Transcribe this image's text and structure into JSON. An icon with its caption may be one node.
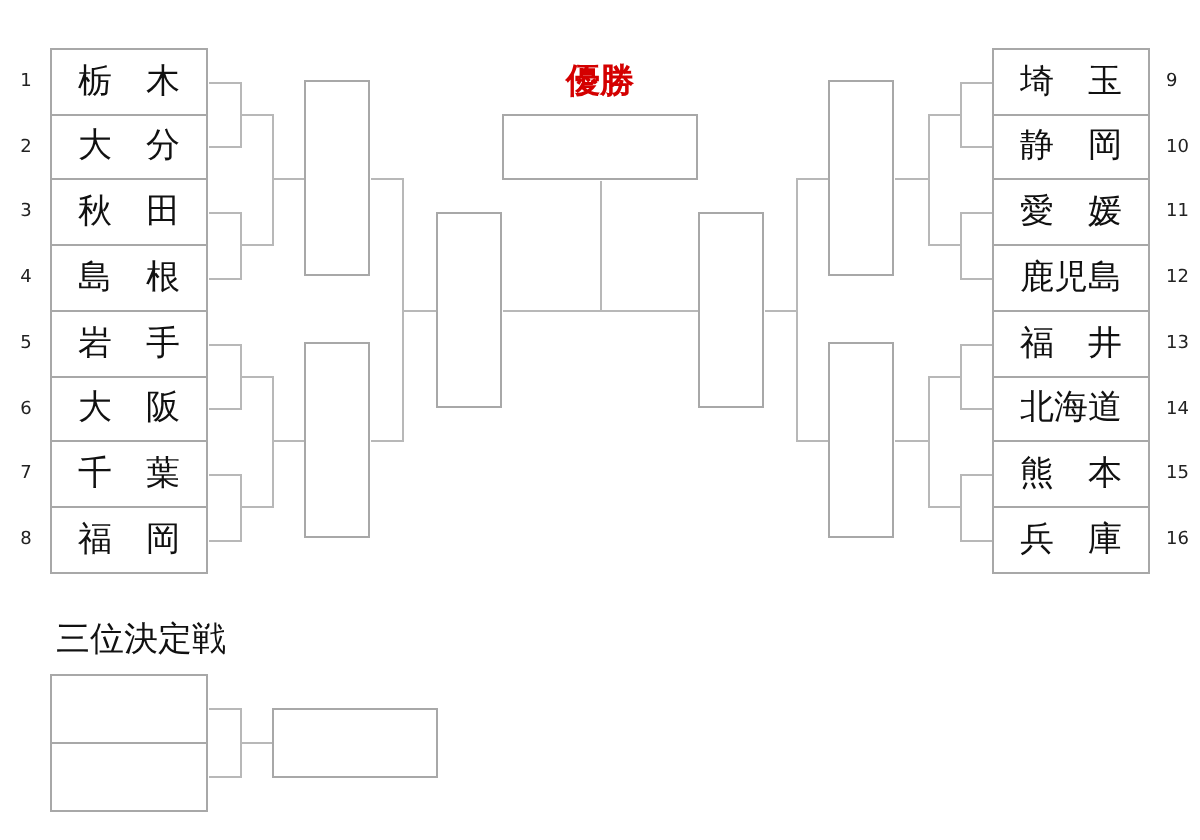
{
  "diagram": {
    "nodes": [
      {
        "text": [
          "栃　木"
        ],
        "beside": [
          "1"
        ]
      },
      {
        "text": [
          "大　分"
        ],
        "beside": [
          "2"
        ]
      },
      {
        "text": [
          "秋　田"
        ],
        "beside": [
          "3"
        ]
      },
      {
        "text": [
          "島　根"
        ],
        "beside": [
          "4"
        ]
      },
      {
        "text": [
          "岩　手"
        ],
        "beside": [
          "5"
        ]
      },
      {
        "text": [
          "大　阪"
        ],
        "beside": [
          "6"
        ]
      },
      {
        "text": [
          "千　葉"
        ],
        "beside": [
          "7"
        ]
      },
      {
        "text": [
          "福　岡"
        ],
        "beside": [
          "8"
        ]
      },
      {
        "text": [],
        "shape": "box"
      },
      {
        "text": [],
        "shape": "box"
      },
      {
        "text": [],
        "shape": "box"
      },
      {
        "text": [
          "優勝"
        ]
      },
      {
        "text": [],
        "shape": "box"
      },
      {
        "text": [],
        "shape": "box"
      },
      {
        "text": [],
        "shape": "box"
      },
      {
        "text": [
          "埼　玉"
        ],
        "beside": [
          "9"
        ]
      },
      {
        "text": [
          "静　岡"
        ],
        "beside": [
          "10"
        ]
      },
      {
        "text": [
          "愛　媛"
        ],
        "beside": [
          "11"
        ]
      },
      {
        "text": [
          "鹿児島"
        ],
        "beside": [
          "12"
        ]
      },
      {
        "text": [
          "福　井"
        ],
        "beside": [
          "13"
        ]
      },
      {
        "text": [
          "北海道"
        ],
        "beside": [
          "14"
        ]
      },
      {
        "text": [
          "熊　本"
        ],
        "beside": [
          "15"
        ]
      },
      {
        "text": [
          "兵　庫"
        ],
        "beside": [
          "16"
        ]
      },
      {
        "text": [],
        "shape": "box"
      },
      {
        "text": [],
        "shape": "box"
      },
      {
        "text": [],
        "shape": "box"
      }
    ],
    "edges": [
      {
        "from": 0,
        "to": 8,
        "arrow": "none"
      },
      {
        "from": 1,
        "to": 8,
        "arrow": "none"
      },
      {
        "from": 2,
        "to": 8,
        "arrow": "none"
      },
      {
        "from": 3,
        "to": 8,
        "arrow": "none"
      },
      {
        "from": 4,
        "to": 9,
        "arrow": "none"
      },
      {
        "from": 5,
        "to": 9,
        "arrow": "none"
      },
      {
        "from": 6,
        "to": 9,
        "arrow": "none"
      },
      {
        "from": 7,
        "to": 9,
        "arrow": "none"
      },
      {
        "from": 8,
        "to": 10,
        "arrow": "none"
      },
      {
        "from": 9,
        "to": 10,
        "arrow": "none"
      },
      {
        "from": 10,
        "to": 11,
        "arrow": "none"
      },
      {
        "from": 12,
        "to": 11,
        "arrow": "none"
      },
      {
        "from": 13,
        "to": 12,
        "arrow": "none"
      },
      {
        "from": 14,
        "to": 12,
        "arrow": "none"
      },
      {
        "from": 15,
        "to": 13,
        "arrow": "none"
      },
      {
        "from": 16,
        "to": 13,
        "arrow": "none"
      },
      {
        "from": 17,
        "to": 13,
        "arrow": "none"
      },
      {
        "from": 18,
        "to": 13,
        "arrow": "none"
      },
      {
        "from": 19,
        "to": 14,
        "arrow": "none"
      },
      {
        "from": 20,
        "to": 14,
        "arrow": "none"
      },
      {
        "from": 21,
        "to": 14,
        "arrow": "none"
      },
      {
        "from": 22,
        "to": 14,
        "arrow": "none"
      },
      {
        "from": 23,
        "to": 25,
        "arrow": "none"
      },
      {
        "from": 24,
        "to": 25,
        "arrow": "none"
      }
    ],
    "labels": [
      "三位決定戦"
    ]
  }
}
